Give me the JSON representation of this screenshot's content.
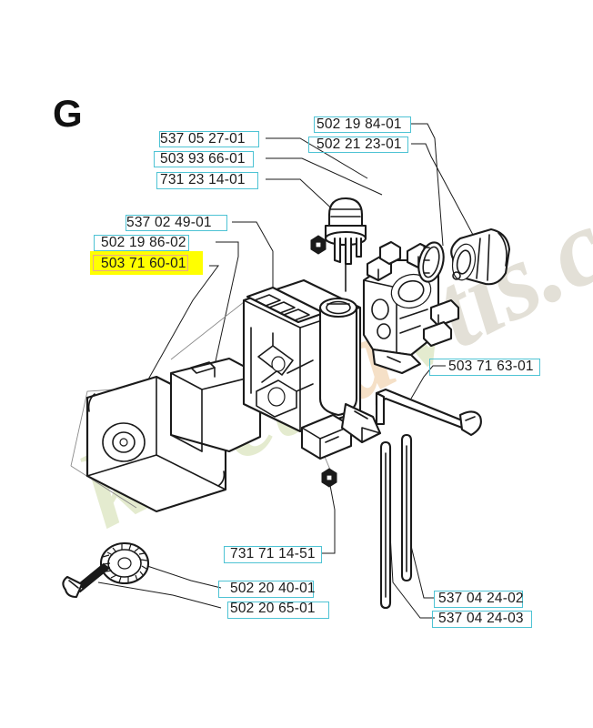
{
  "page": {
    "section_letter": "G",
    "background_color": "#ffffff",
    "label_box_color": "#4ec3d4",
    "highlight_color": "#ffff00",
    "highlight_box_color": "#e8a98d",
    "line_color": "#1a1a1a",
    "watermark_text": "koretsavtis.com",
    "watermark_colors": [
      "#c9d6a3",
      "#e8b98a",
      "#c9c4b4"
    ]
  },
  "labels": {
    "l1": {
      "number": "537 05 27-01"
    },
    "l2": {
      "number": "503 93 66-01"
    },
    "l3": {
      "number": "731 23 14-01"
    },
    "l4": {
      "number": "502 19 84-01"
    },
    "l5": {
      "number": "502 21 23-01"
    },
    "l6": {
      "number": "537 02 49-01"
    },
    "l7": {
      "number": "502 19 86-02"
    },
    "l8": {
      "number": "503 71 60-01",
      "highlighted": true
    },
    "l9": {
      "number": "503 71 63-01"
    },
    "l10": {
      "number": "731 71 14-51"
    },
    "l11": {
      "number": "502 20 40-01"
    },
    "l12": {
      "number": "502 20 65-01"
    },
    "l13": {
      "number": "537 04 24-02"
    },
    "l14": {
      "number": "537 04 24-03"
    }
  },
  "parts": {
    "air_filter_cover": "air-filter-cover",
    "air_filter": "air-filter",
    "carburetor_housing": "carburetor-housing",
    "carburetor": "carburetor",
    "primer_bulb": "primer-bulb",
    "intake_boot": "intake-boot",
    "gasket_ring": "gasket-ring",
    "throttle_rod": "throttle-rod",
    "fuel_lines": "fuel-lines",
    "knob_screw": "knob-screw",
    "knurled_knob": "knurled-knob",
    "small_nut_upper": "small-nut-upper",
    "small_nut_lower": "small-nut-lower"
  }
}
